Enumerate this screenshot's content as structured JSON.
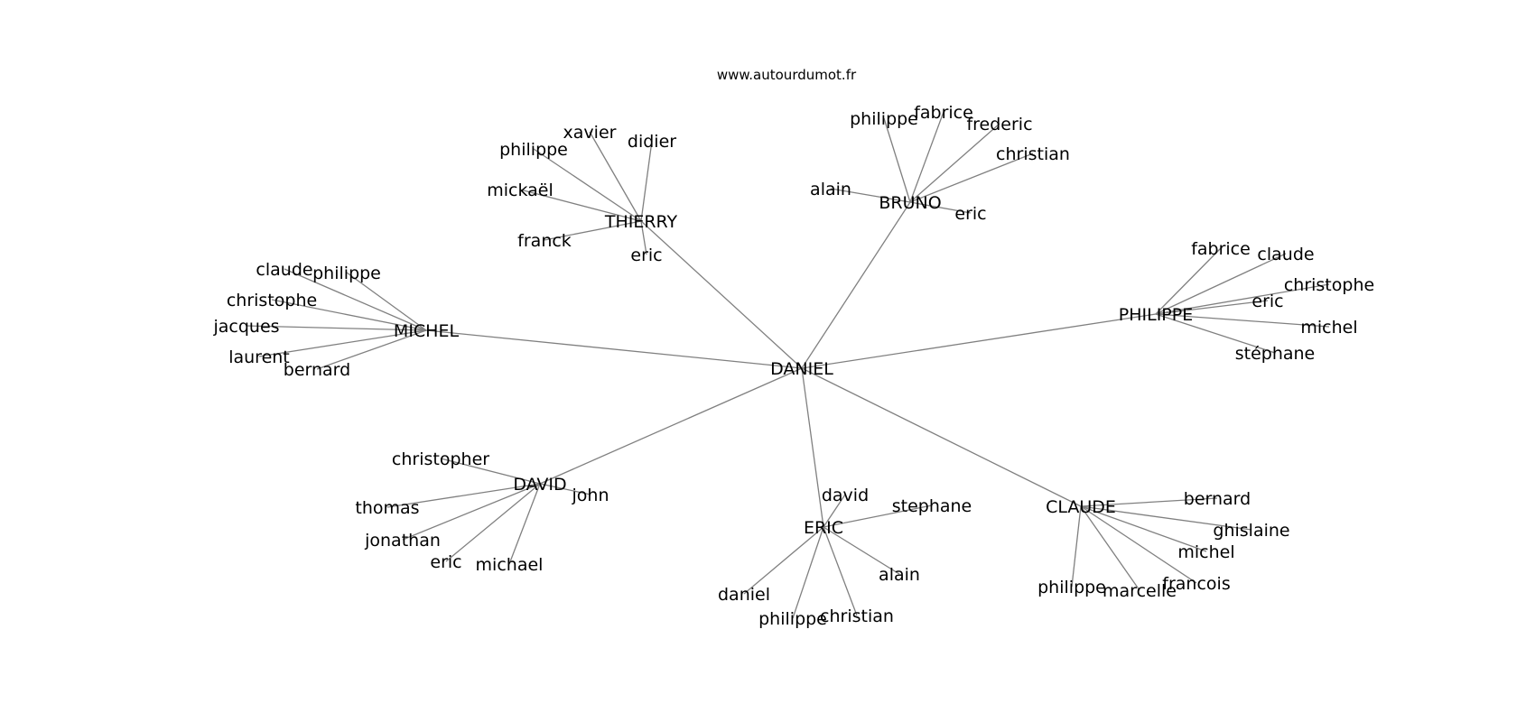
{
  "watermark": "www.autourdumot.fr",
  "root": "DANIEL",
  "branches": [
    {
      "hub": "THIERRY",
      "leaves": [
        "xavier",
        "didier",
        "philippe",
        "mickaël",
        "franck",
        "eric"
      ]
    },
    {
      "hub": "BRUNO",
      "leaves": [
        "philippe",
        "fabrice",
        "frederic",
        "christian",
        "alain",
        "eric"
      ]
    },
    {
      "hub": "MICHEL",
      "leaves": [
        "claude",
        "philippe",
        "christophe",
        "jacques",
        "laurent",
        "bernard"
      ]
    },
    {
      "hub": "PHILIPPE",
      "leaves": [
        "fabrice",
        "claude",
        "christophe",
        "eric",
        "michel",
        "stéphane"
      ]
    },
    {
      "hub": "DAVID",
      "leaves": [
        "christopher",
        "john",
        "thomas",
        "jonathan",
        "eric",
        "michael"
      ]
    },
    {
      "hub": "ERIC",
      "leaves": [
        "david",
        "stephane",
        "alain",
        "daniel",
        "philippe",
        "christian"
      ]
    },
    {
      "hub": "CLAUDE",
      "leaves": [
        "bernard",
        "ghislaine",
        "michel",
        "francois",
        "philippe",
        "marcelle"
      ]
    }
  ]
}
